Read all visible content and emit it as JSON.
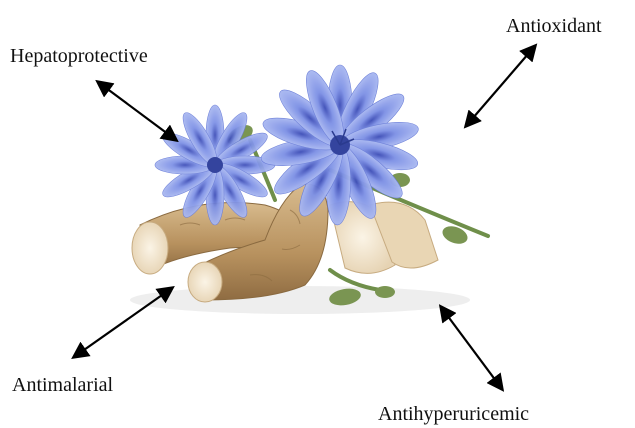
{
  "labels": {
    "hepatoprotective": "Hepatoprotective",
    "antioxidant": "Antioxidant",
    "antimalarial": "Antimalarial",
    "antihyperuricemic": "Antihyperuricemic"
  },
  "colors": {
    "arrow": "#000000",
    "petal": "#8fa2ec",
    "petal_dark": "#5f6fd6",
    "root": "#c9a77a",
    "root_cut": "#f3e7d2",
    "stem": "#6f8f4a",
    "background": "#ffffff"
  },
  "image": {
    "subject": "chicory-root-and-flowers"
  }
}
